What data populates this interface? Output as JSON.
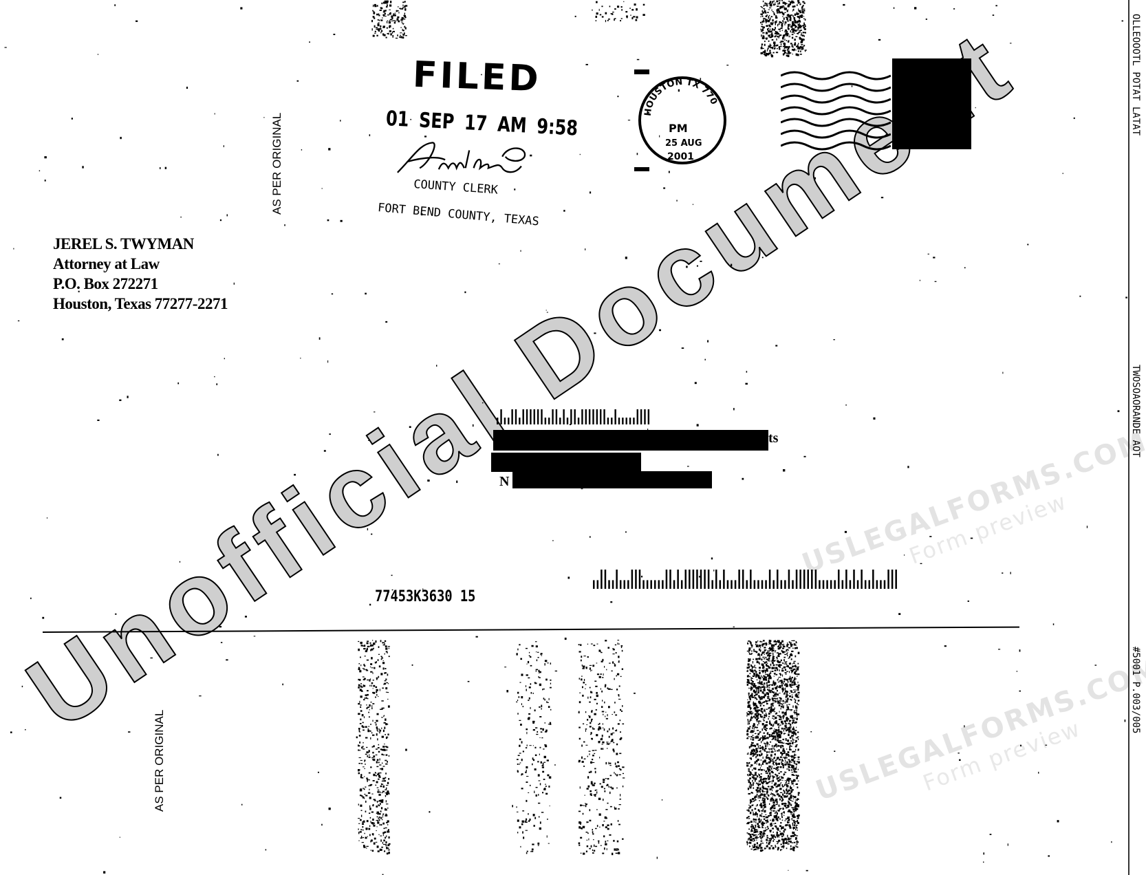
{
  "watermark": {
    "site": "USLEGALFORMS.COM",
    "sub": "Form preview",
    "main": "Unofficial Document"
  },
  "stamp": {
    "filed": "FILED",
    "datetime": "01 SEP 17  AM 9:58",
    "signature": "Dwilson",
    "title": "COUNTY CLERK",
    "county": "FORT BEND COUNTY, TEXAS"
  },
  "as_per_original": "AS PER ORIGINAL",
  "sender": {
    "name": "JEREL S. TWYMAN",
    "title": "Attorney at Law",
    "box": "P.O. Box 272271",
    "city": "Houston, Texas 77277-2271"
  },
  "postmark": {
    "city": "HOUSTON TX 770",
    "time": "PM",
    "date": "25 AUG",
    "year": "2001"
  },
  "recipient": {
    "trailing": "ts",
    "initial": "N"
  },
  "tracking": "77453K3630  15",
  "fax_edge": {
    "line1": "OLLEOOOTL POTAT LATAT",
    "line2": "TWOSOAORANDE AOT",
    "line3": "#5001 P.003/005"
  }
}
